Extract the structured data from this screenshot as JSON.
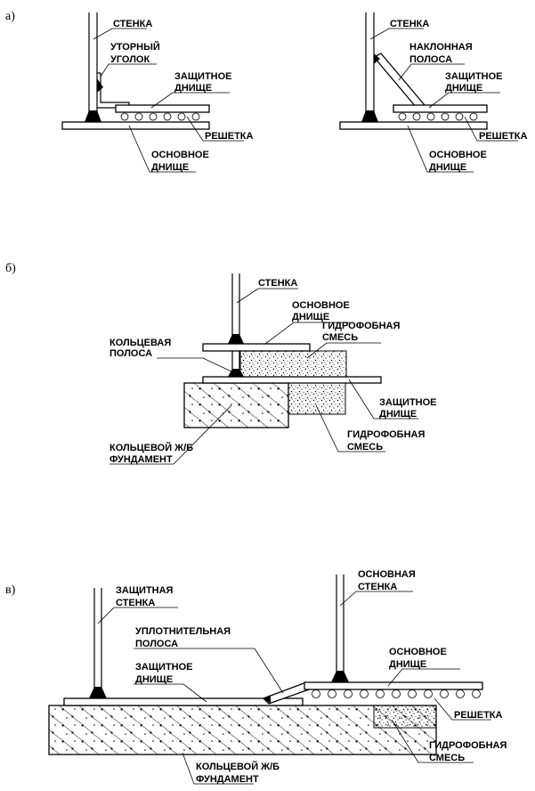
{
  "section_a": {
    "letter": "а)",
    "left": {
      "wall": "СТЕНКА",
      "angle_1": "УТОРНЫЙ",
      "angle_2": "УГОЛОК",
      "protective_1": "ЗАЩИТНОЕ",
      "protective_2": "ДНИЩЕ",
      "grid": "РЕШЕТКА",
      "main_1": "ОСНОВНОЕ",
      "main_2": "ДНИЩЕ"
    },
    "right": {
      "wall": "СТЕНКА",
      "strip_1": "НАКЛОННАЯ",
      "strip_2": "ПОЛОСА",
      "protective_1": "ЗАЩИТНОЕ",
      "protective_2": "ДНИЩЕ",
      "grid": "РЕШЕТКА",
      "main_1": "ОСНОВНОЕ",
      "main_2": "ДНИЩЕ"
    }
  },
  "section_b": {
    "letter": "б)",
    "wall": "СТЕНКА",
    "main_1": "ОСНОВНОЕ",
    "main_2": "ДНИЩЕ",
    "ring_strip_1": "КОЛЬЦЕВАЯ",
    "ring_strip_2": "ПОЛОСА",
    "hydro_top_1": "ГИДРОФОБНАЯ",
    "hydro_top_2": "СМЕСЬ",
    "protective_1": "ЗАЩИТНОЕ",
    "protective_2": "ДНИЩЕ",
    "hydro_bottom_1": "ГИДРОФОБНАЯ",
    "hydro_bottom_2": "СМЕСЬ",
    "foundation_1": "КОЛЬЦЕВОЙ Ж/Б",
    "foundation_2": "ФУНДАМЕНТ"
  },
  "section_c": {
    "letter": "в)",
    "protective_wall_1": "ЗАЩИТНАЯ",
    "protective_wall_2": "СТЕНКА",
    "main_wall_1": "ОСНОВНАЯ",
    "main_wall_2": "СТЕНКА",
    "seal_1": "УПЛОТНИТЕЛЬНАЯ",
    "seal_2": "ПОЛОСА",
    "protective_bottom_1": "ЗАЩИТНОЕ",
    "protective_bottom_2": "ДНИЩЕ",
    "main_bottom_1": "ОСНОВНОЕ",
    "main_bottom_2": "ДНИЩЕ",
    "grid": "РЕШЕТКА",
    "hydro_1": "ГИДРОФОБНАЯ",
    "hydro_2": "СМЕСЬ",
    "foundation_1": "КОЛЬЦЕВОЙ Ж/Б",
    "foundation_2": "ФУНДАМЕНТ"
  }
}
